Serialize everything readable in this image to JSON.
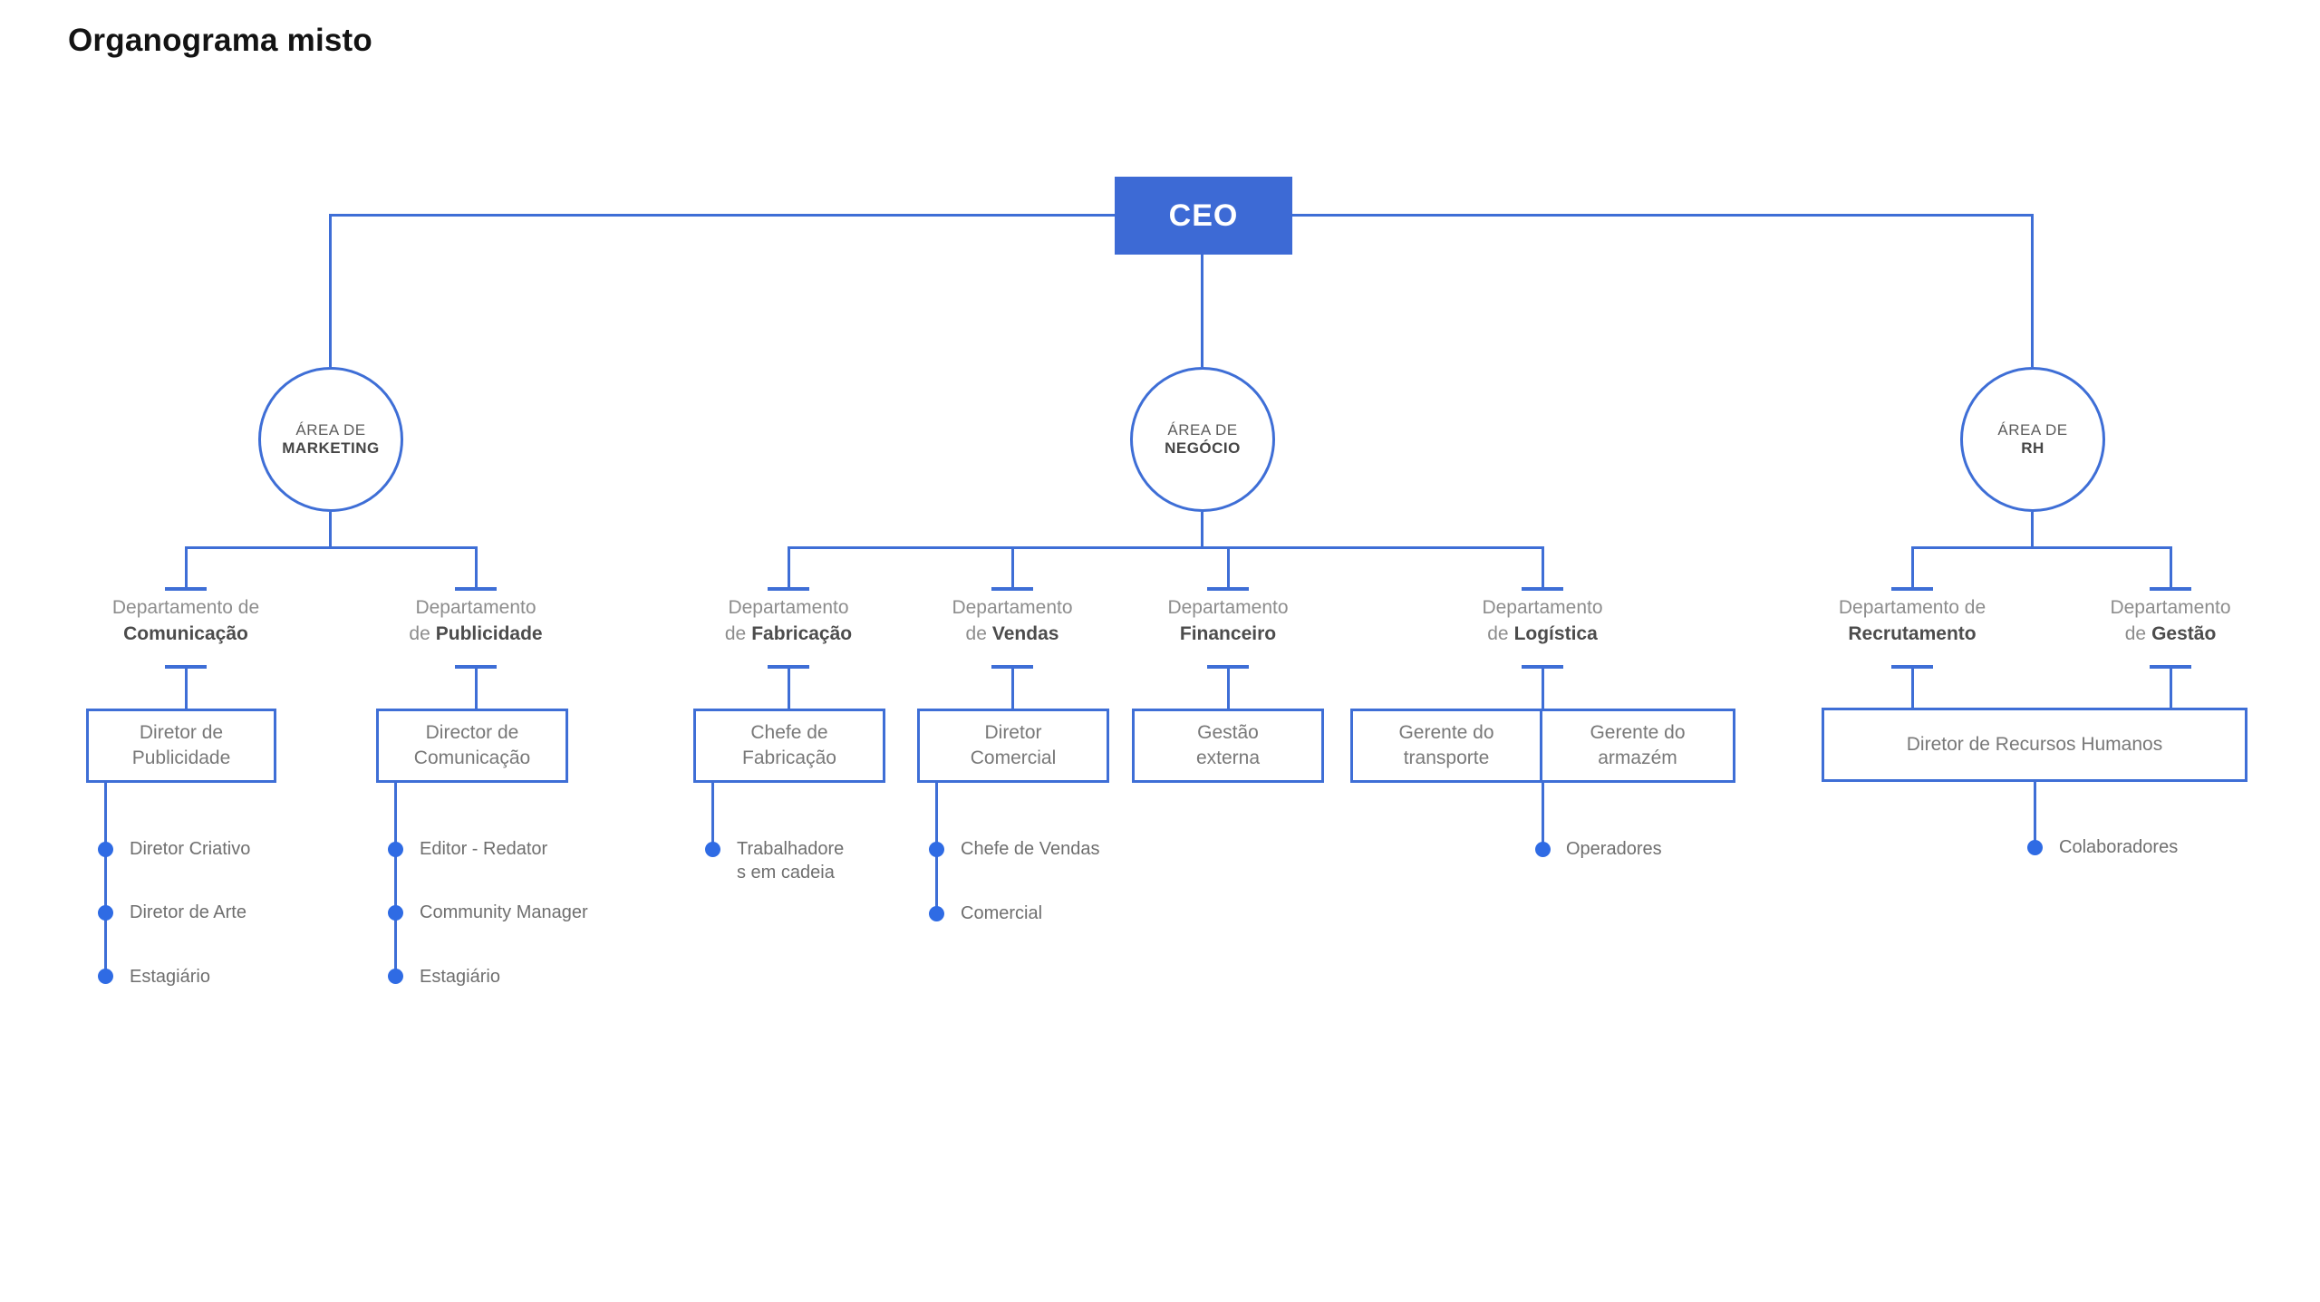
{
  "title": "Organograma misto",
  "colors": {
    "accent": "#3E6ED6",
    "ceo_fill": "#3D6AD5",
    "dot": "#2F6BE4",
    "background": "#FFFFFF",
    "text_bold": "#4C4C4C",
    "text_regular": "#8D8D8D"
  },
  "ceo": {
    "label": "CEO"
  },
  "areas": [
    {
      "id": "marketing",
      "line1": "ÁREA DE",
      "line2": "MARKETING"
    },
    {
      "id": "negocio",
      "line1": "ÁREA DE",
      "line2": "NEGÓCIO"
    },
    {
      "id": "rh",
      "line1": "ÁREA DE",
      "line2": "RH"
    }
  ],
  "departments": [
    {
      "id": "comunicacao",
      "top": "Departamento de",
      "bottom_regular": "",
      "bottom_bold": "Comunicação",
      "box": [
        "Diretor de",
        "Publicidade"
      ],
      "list": [
        "Diretor Criativo",
        "Diretor de Arte",
        "Estagiário"
      ]
    },
    {
      "id": "publicidade",
      "top": "Departamento",
      "bottom_regular": "de",
      "bottom_bold": "Publicidade",
      "box": [
        "Director de",
        "Comunicação"
      ],
      "list": [
        "Editor -  Redator",
        "Community Manager",
        "Estagiário"
      ]
    },
    {
      "id": "fabricacao",
      "top": "Departamento",
      "bottom_regular": "de",
      "bottom_bold": "Fabricação",
      "box": [
        "Chefe de",
        "Fabricação"
      ],
      "list": [
        [
          "Trabalhadore",
          "s em cadeia"
        ]
      ]
    },
    {
      "id": "vendas",
      "top": "Departamento",
      "bottom_regular": "de",
      "bottom_bold": "Vendas",
      "box": [
        "Diretor",
        "Comercial"
      ],
      "list": [
        "Chefe de Vendas",
        "Comercial"
      ]
    },
    {
      "id": "financeiro",
      "top": "Departamento",
      "bottom_regular": "",
      "bottom_bold": "Financeiro",
      "box": [
        "Gestão",
        "externa"
      ],
      "list": []
    },
    {
      "id": "logistica",
      "top": "Departamento",
      "bottom_regular": "de",
      "bottom_bold": "Logística",
      "boxes": [
        [
          "Gerente do",
          "transporte"
        ],
        [
          "Gerente do",
          "armazém"
        ]
      ],
      "list": [
        "Operadores"
      ]
    },
    {
      "id": "recrutamento",
      "top": "Departamento de",
      "bottom_regular": "",
      "bottom_bold": "Recrutamento"
    },
    {
      "id": "gestao",
      "top": "Departamento",
      "bottom_regular": "de",
      "bottom_bold": "Gestão"
    }
  ],
  "rh": {
    "box": [
      "Diretor de Recursos Humanos"
    ],
    "list": [
      "Colaboradores"
    ]
  }
}
